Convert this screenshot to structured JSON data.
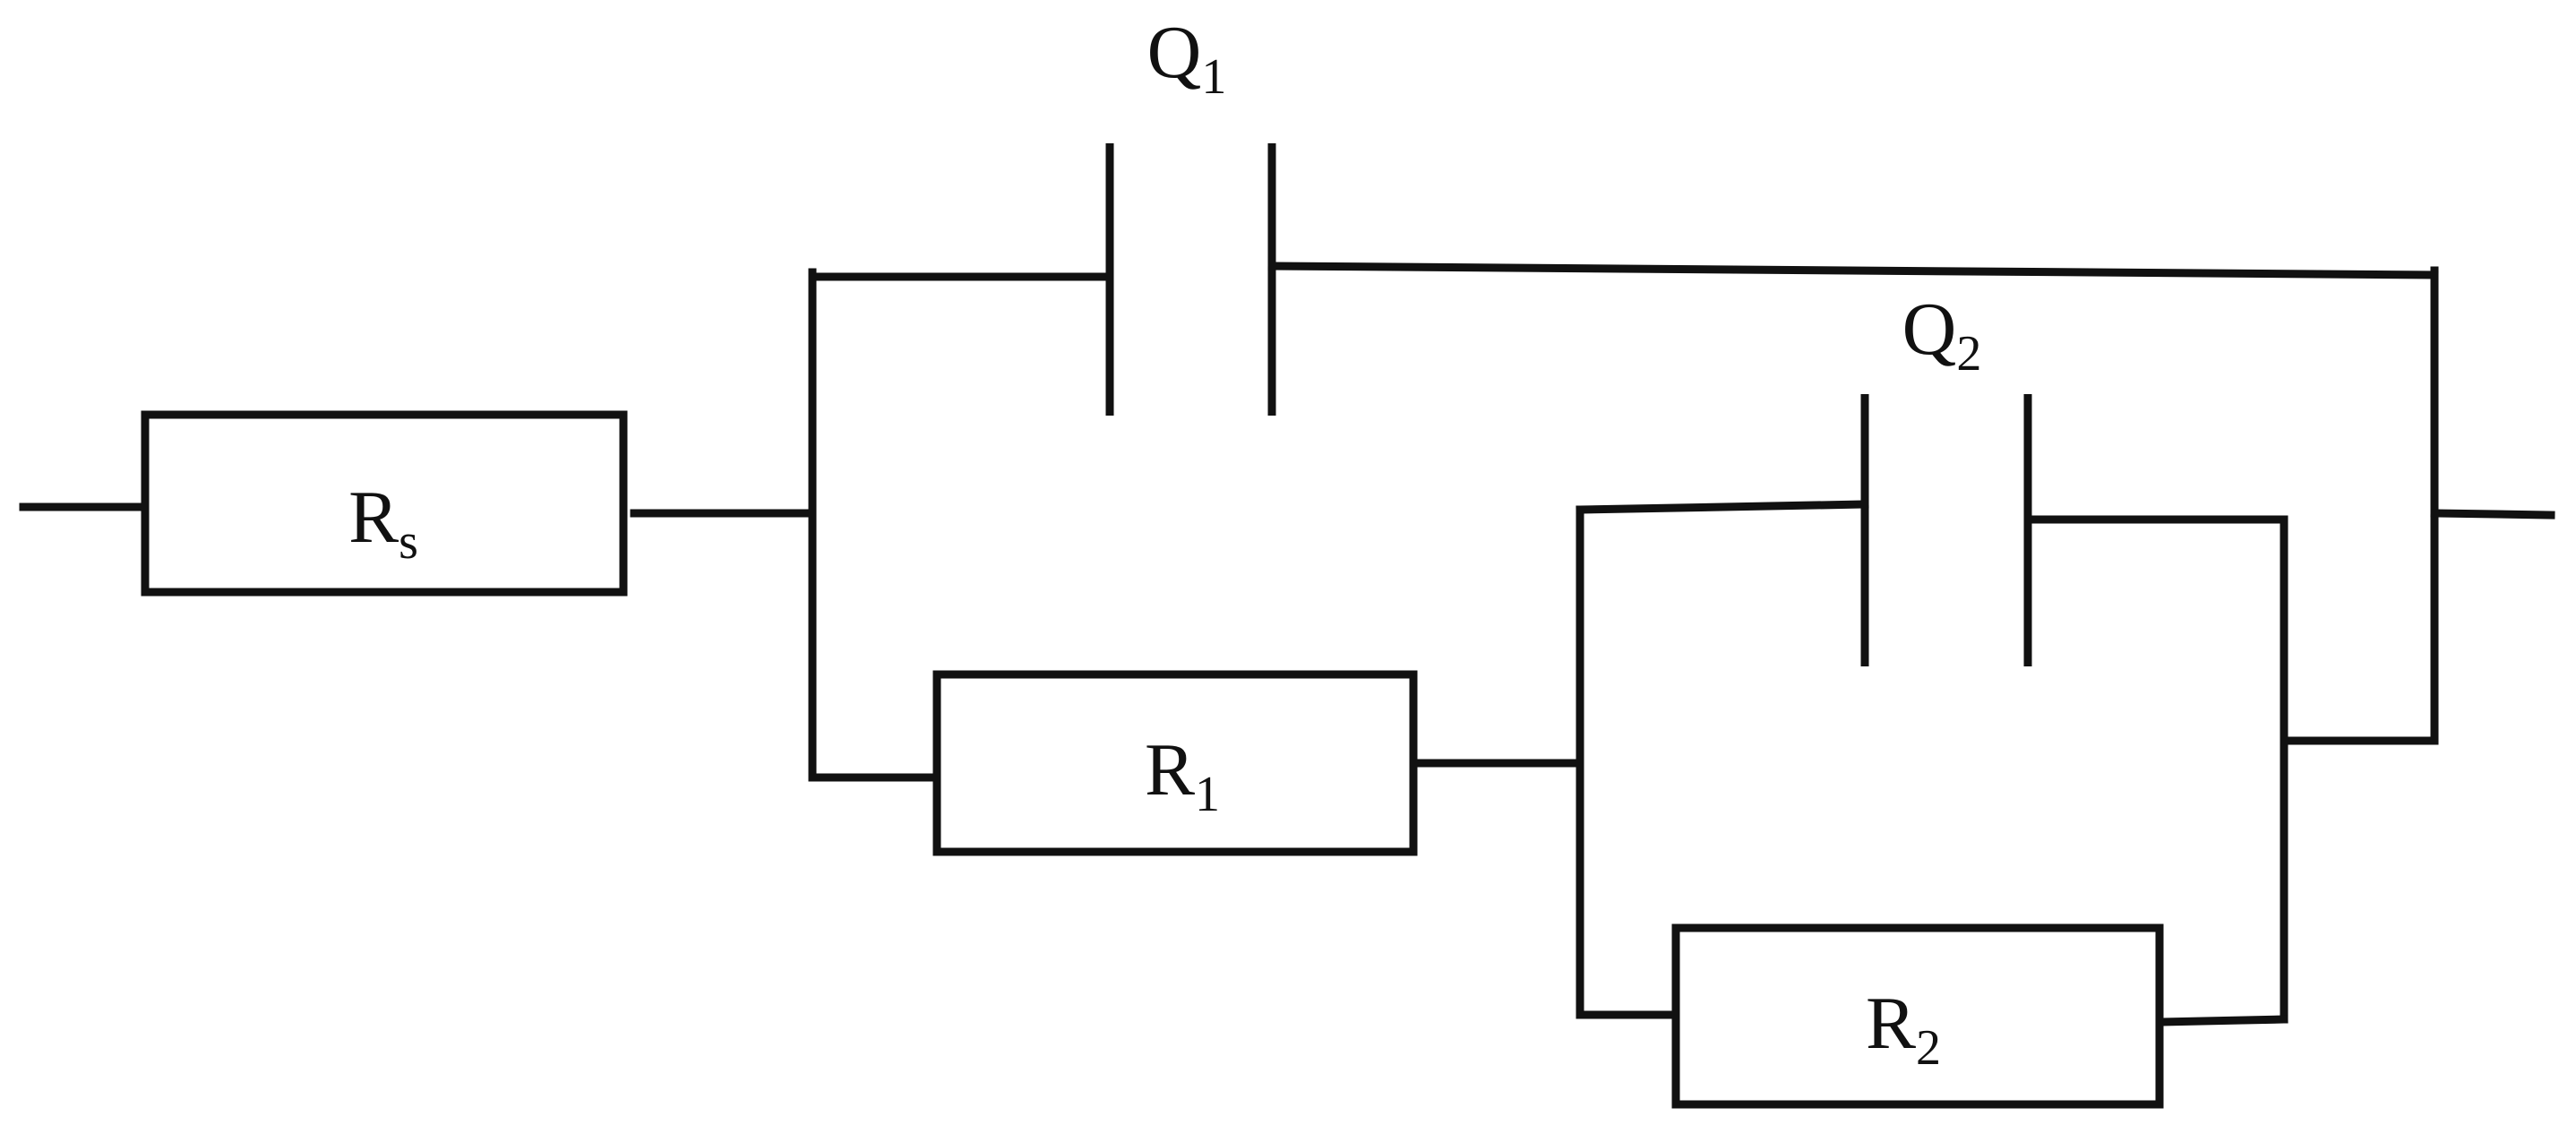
{
  "components": {
    "rs": {
      "symbol": "R",
      "subscript": "s"
    },
    "r1": {
      "symbol": "R",
      "subscript": "1"
    },
    "r2": {
      "symbol": "R",
      "subscript": "2"
    },
    "q1": {
      "symbol": "Q",
      "subscript": "1"
    },
    "q2": {
      "symbol": "Q",
      "subscript": "2"
    }
  },
  "colors": {
    "line": "#111111",
    "background": "#ffffff"
  }
}
